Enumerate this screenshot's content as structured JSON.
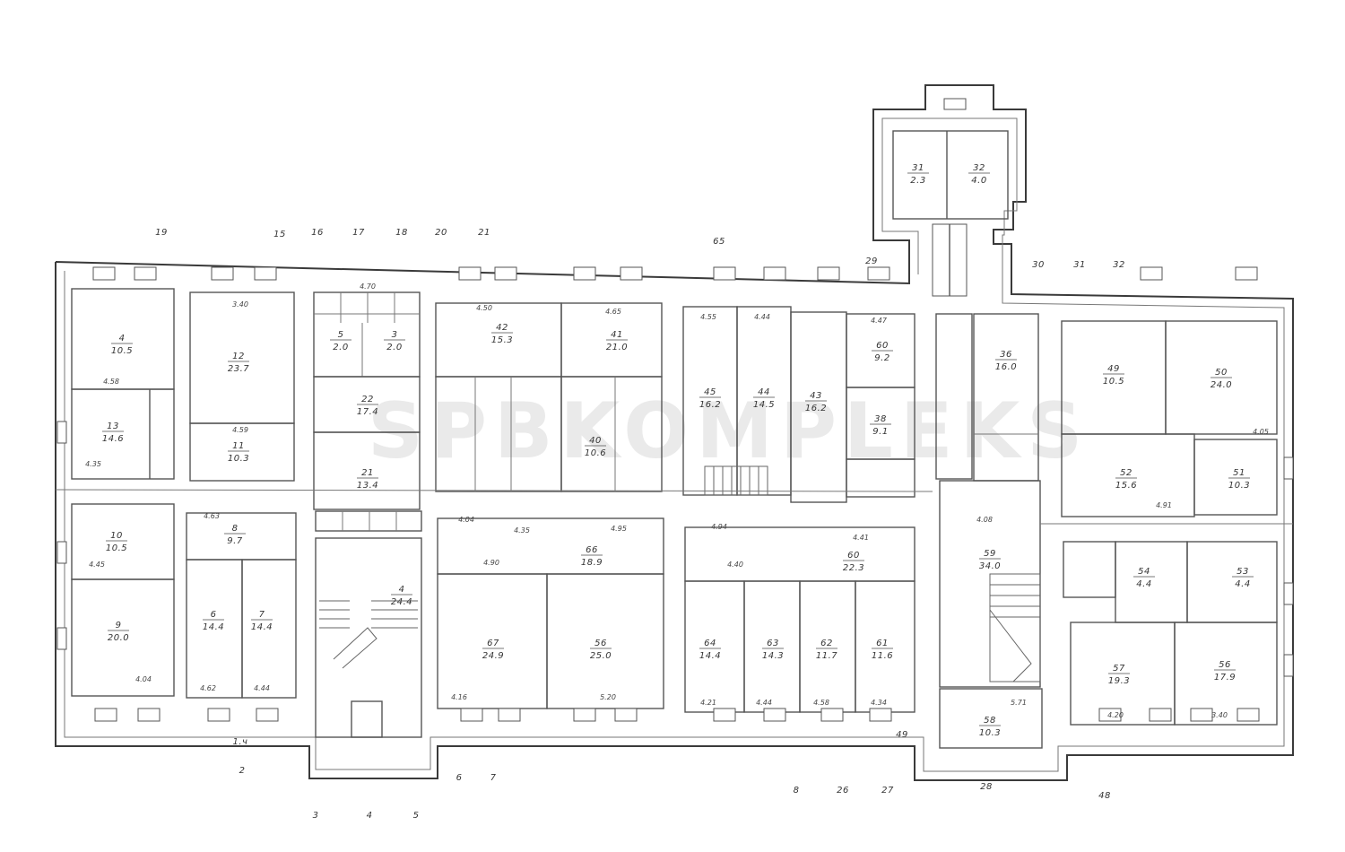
{
  "watermark": "SPBKOMPLEKS",
  "rooms": [
    {
      "num": "4",
      "area": "10.5"
    },
    {
      "num": "13",
      "area": "14.6"
    },
    {
      "num": "12",
      "area": "23.7"
    },
    {
      "num": "11",
      "area": "10.3"
    },
    {
      "num": "10",
      "area": "10.5"
    },
    {
      "num": "8",
      "area": "9.7"
    },
    {
      "num": "9",
      "area": "20.0"
    },
    {
      "num": "6",
      "area": "14.4"
    },
    {
      "num": "7",
      "area": "14.4"
    },
    {
      "num": "5",
      "area": "2.0"
    },
    {
      "num": "3",
      "area": "2.0"
    },
    {
      "num": "22",
      "area": "17.4"
    },
    {
      "num": "21",
      "area": "13.4"
    },
    {
      "num": "4",
      "area": "24.4"
    },
    {
      "num": "42",
      "area": "15.3"
    },
    {
      "num": "41",
      "area": "21.0"
    },
    {
      "num": "40",
      "area": "10.6"
    },
    {
      "num": "66",
      "area": "18.9"
    },
    {
      "num": "67",
      "area": "24.9"
    },
    {
      "num": "56",
      "area": "25.0"
    },
    {
      "num": "45",
      "area": "16.2"
    },
    {
      "num": "44",
      "area": "14.5"
    },
    {
      "num": "43",
      "area": "16.2"
    },
    {
      "num": "60",
      "area": "9.2"
    },
    {
      "num": "38",
      "area": "9.1"
    },
    {
      "num": "60",
      "area": "22.3"
    },
    {
      "num": "64",
      "area": "14.4"
    },
    {
      "num": "63",
      "area": "14.3"
    },
    {
      "num": "62",
      "area": "11.7"
    },
    {
      "num": "61",
      "area": "11.6"
    },
    {
      "num": "36",
      "area": "16.0"
    },
    {
      "num": "59",
      "area": "34.0"
    },
    {
      "num": "58",
      "area": "10.3"
    },
    {
      "num": "49",
      "area": "10.5"
    },
    {
      "num": "50",
      "area": "24.0"
    },
    {
      "num": "52",
      "area": "15.6"
    },
    {
      "num": "51",
      "area": "10.3"
    },
    {
      "num": "54",
      "area": "4.4"
    },
    {
      "num": "53",
      "area": "4.4"
    },
    {
      "num": "57",
      "area": "19.3"
    },
    {
      "num": "56",
      "area": "17.9"
    },
    {
      "num": "32",
      "area": "4.0"
    },
    {
      "num": "31",
      "area": "2.3"
    }
  ],
  "dims": [
    "4.58",
    "4.35",
    "3.40",
    "4.59",
    "4.63",
    "4.45",
    "4.04",
    "4.62",
    "4.44",
    "4.70",
    "4.50",
    "4.65",
    "4.04",
    "4.35",
    "4.90",
    "4.95",
    "4.16",
    "5.20",
    "4.55",
    "4.44",
    "4.47",
    "4.94",
    "4.40",
    "4.41",
    "4.21",
    "4.44",
    "4.58",
    "4.34",
    "5.71",
    "4.20",
    "3.40",
    "4.08",
    "4.91",
    "4.05"
  ],
  "top_labels": [
    "19",
    "15",
    "16",
    "17",
    "18",
    "20",
    "21",
    "65",
    "29",
    "30",
    "31",
    "32"
  ],
  "bottom_labels": [
    "1.ч",
    "2",
    "3",
    "4",
    "5",
    "6",
    "7",
    "8",
    "26",
    "27",
    "28",
    "48",
    "49"
  ]
}
